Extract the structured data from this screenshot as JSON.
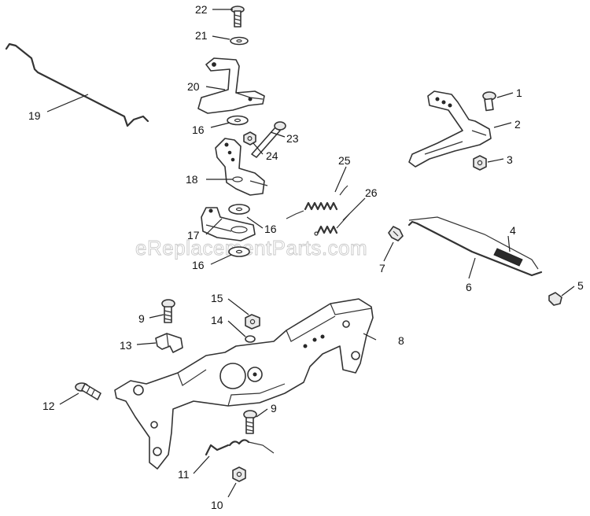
{
  "watermark": "eReplacementParts.com",
  "callouts": {
    "c1": "1",
    "c2": "2",
    "c3": "3",
    "c4": "4",
    "c5": "5",
    "c6": "6",
    "c7": "7",
    "c8": "8",
    "c9a": "9",
    "c9b": "9",
    "c10": "10",
    "c11": "11",
    "c12": "12",
    "c13": "13",
    "c14": "14",
    "c15": "15",
    "c16a": "16",
    "c16b": "16",
    "c16c": "16",
    "c17": "17",
    "c18": "18",
    "c19": "19",
    "c20": "20",
    "c21": "21",
    "c22": "22",
    "c23": "23",
    "c24": "24",
    "c25": "25",
    "c26": "26"
  }
}
